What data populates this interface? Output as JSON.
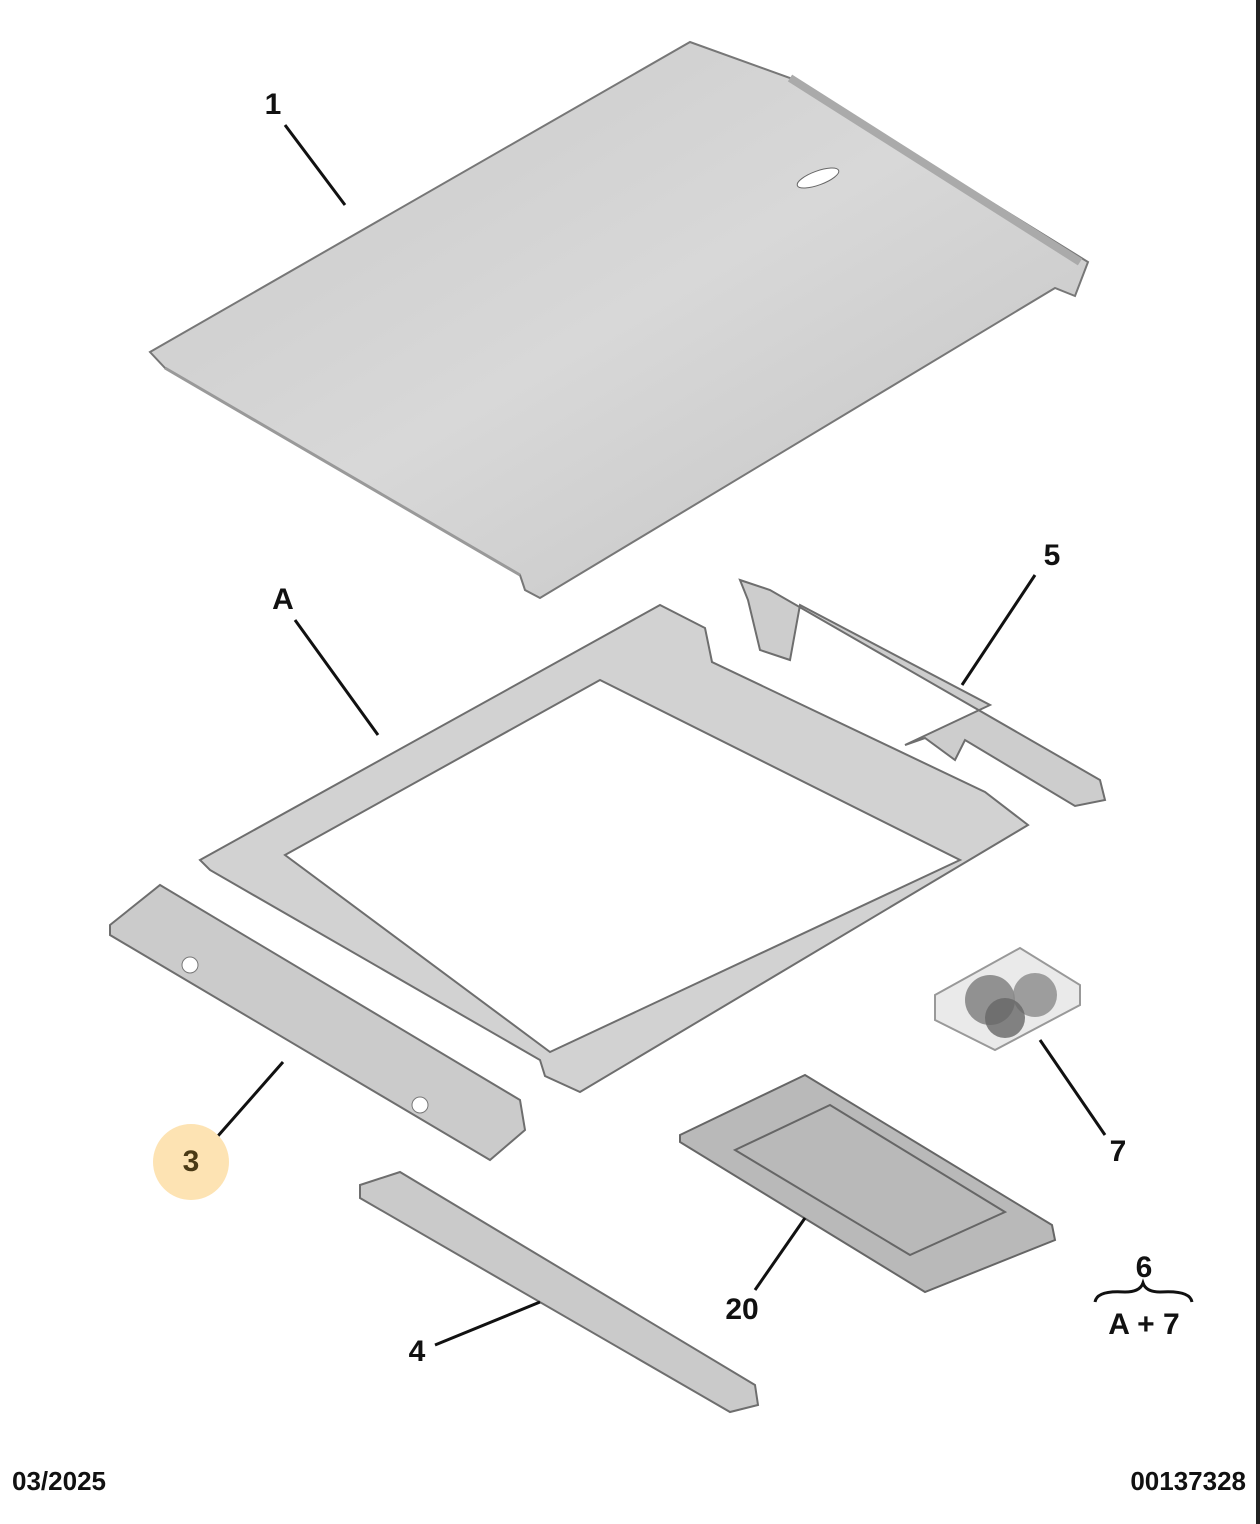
{
  "callouts": [
    {
      "id": "1",
      "label": "1"
    },
    {
      "id": "A",
      "label": "A"
    },
    {
      "id": "5",
      "label": "5"
    },
    {
      "id": "3",
      "label": "3",
      "highlighted": true
    },
    {
      "id": "7",
      "label": "7"
    },
    {
      "id": "20",
      "label": "20"
    },
    {
      "id": "4",
      "label": "4"
    }
  ],
  "kit": {
    "top": "6",
    "bottom": "A + 7"
  },
  "footer": {
    "date": "03/2025",
    "reference": "00137328"
  },
  "colors": {
    "highlight": "#fde3b3",
    "part_fill": "#cfcfcf",
    "part_stroke": "#6e6e6e"
  }
}
